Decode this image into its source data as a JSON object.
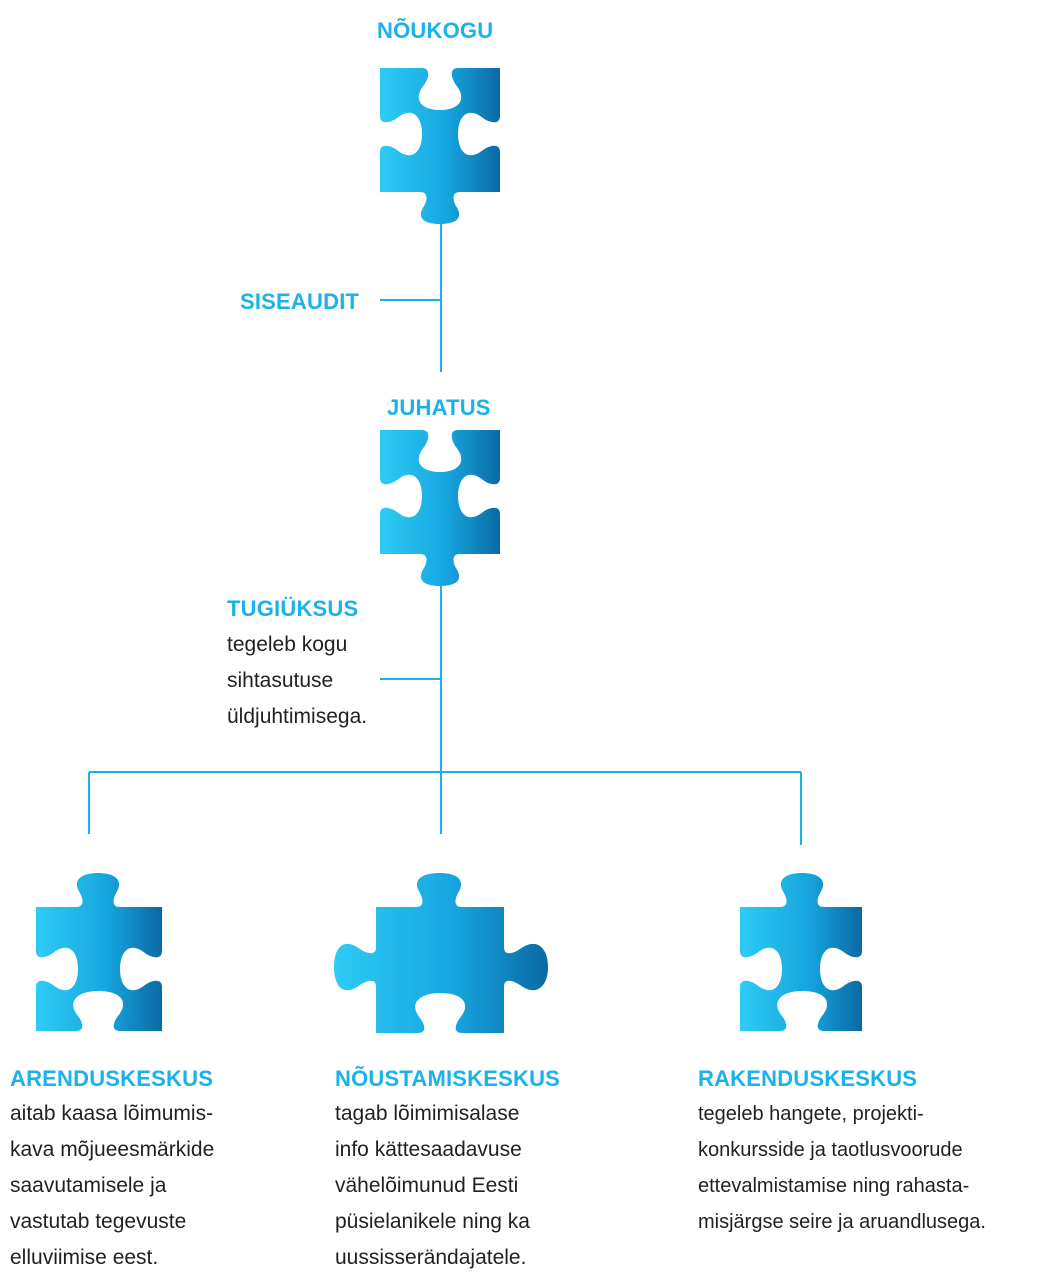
{
  "colors": {
    "accent": "#1ab2e8",
    "piece_light": "#29c4f2",
    "piece_dark": "#0b6fa8",
    "text": "#231f20"
  },
  "nodes": {
    "noukogu": {
      "title": "NÕUKOGU",
      "icon": "puzzle-piece-icon"
    },
    "siseaudit": {
      "title": "SISEAUDIT"
    },
    "juhatus": {
      "title": "JUHATUS",
      "icon": "puzzle-piece-icon"
    },
    "tugiuksus": {
      "title": "TUGIÜKSUS",
      "lines": [
        "tegeleb kogu",
        "sihtasutuse",
        "üldjuhtimisega."
      ]
    },
    "arenduskeskus": {
      "title": "ARENDUSKESKUS",
      "icon": "puzzle-piece-icon",
      "lines": [
        "aitab kaasa lõimumis-",
        "kava mõjueesmärkide",
        "saavutamisele ja",
        "vastutab tegevuste",
        "elluviimise eest."
      ]
    },
    "noustamiskeskus": {
      "title": "NÕUSTAMISKESKUS",
      "icon": "puzzle-piece-icon",
      "lines": [
        "tagab lõimimisalase",
        "info kättesaadavuse",
        "vähelõimunud Eesti",
        "püsielanikele ning ka",
        "uussisserändajatele."
      ]
    },
    "rakenduskeskus": {
      "title": "RAKENDUSKESKUS",
      "icon": "puzzle-piece-icon",
      "lines": [
        "tegeleb hangete, projekti-",
        "konkursside ja taotlusvoorude",
        "ettevalmistamise ning rahasta-",
        "misjärgse seire ja aruandlusega."
      ]
    }
  }
}
